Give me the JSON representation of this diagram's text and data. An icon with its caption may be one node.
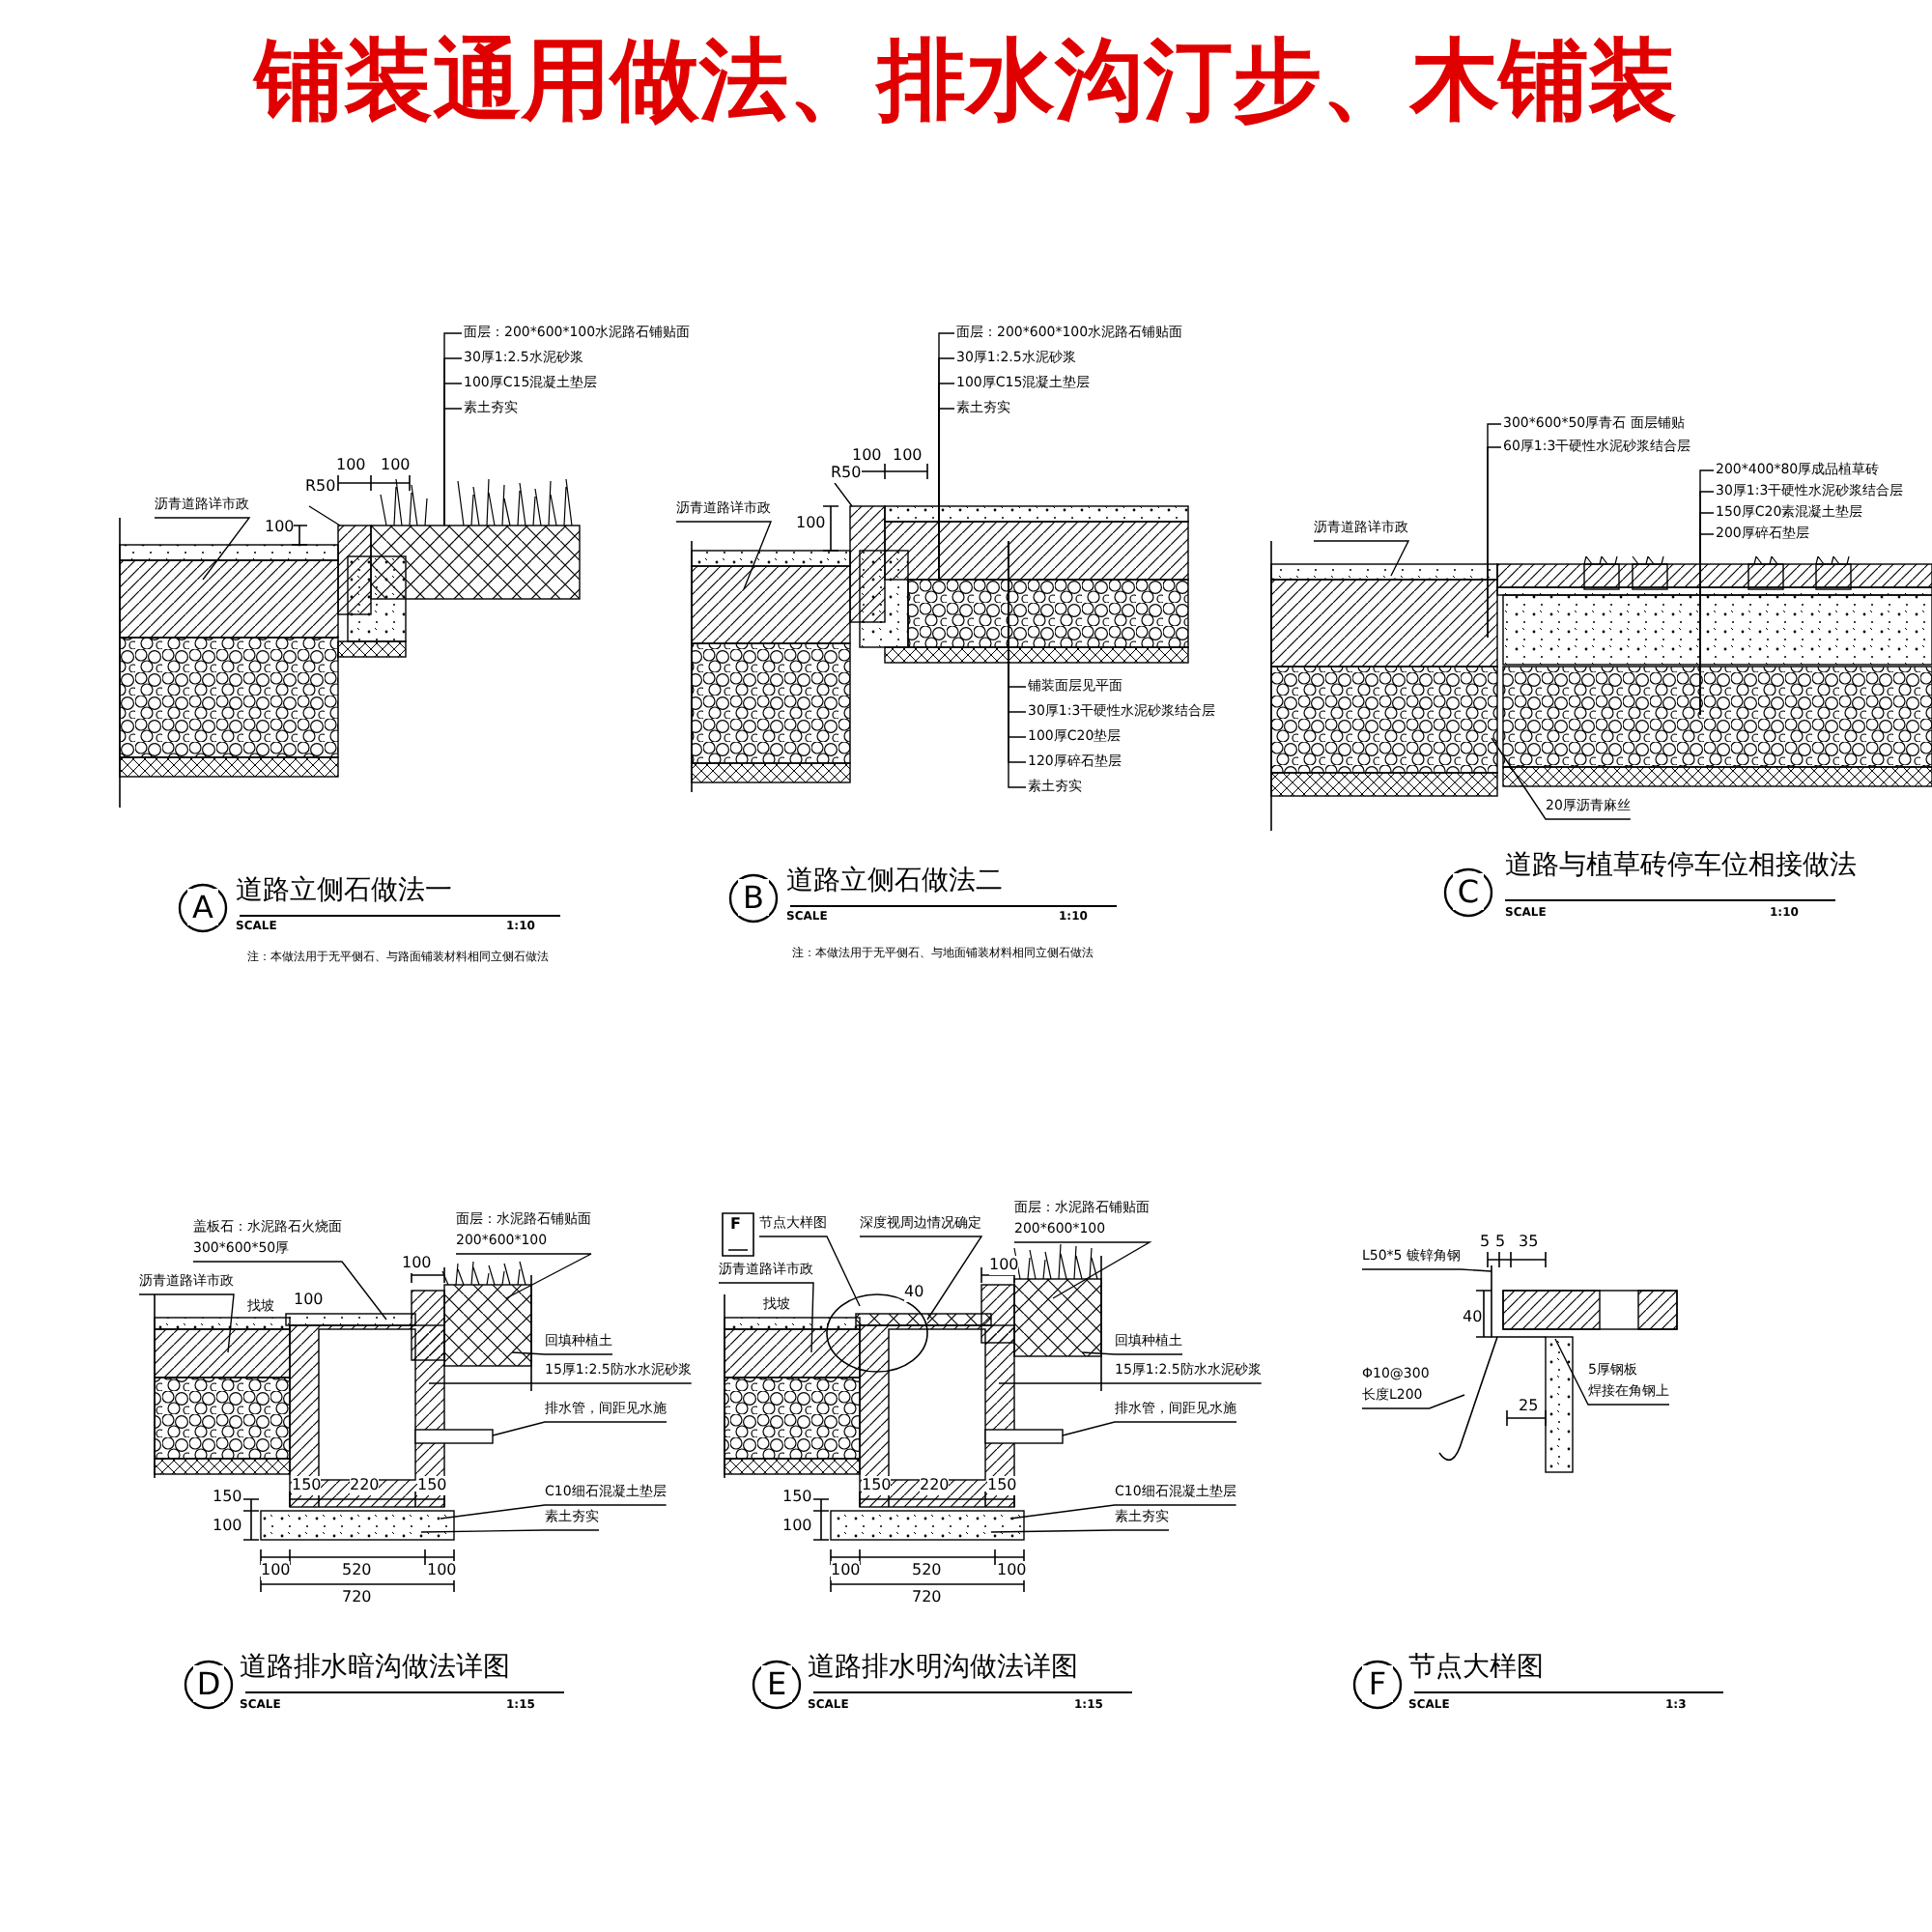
{
  "diagram": {
    "title": "铺装通用做法、排水沟汀步、木铺装",
    "nodes": [
      {
        "text": [
          "面层：200*600*100水泥路石铺贴面"
        ]
      },
      {
        "text": [
          "30厚1:2.5水泥砂浆"
        ]
      },
      {
        "text": [
          "100厚C15混凝土垫层"
        ]
      },
      {
        "text": [
          "素土夯实"
        ]
      },
      {
        "text": [
          "沥青道路详市政"
        ]
      },
      {
        "text": [
          "面层：200*600*100水泥路石铺贴面"
        ]
      },
      {
        "text": [
          "30厚1:2.5水泥砂浆"
        ]
      },
      {
        "text": [
          "100厚C15混凝土垫层"
        ]
      },
      {
        "text": [
          "素土夯实"
        ]
      },
      {
        "text": [
          "沥青道路详市政"
        ]
      },
      {
        "text": [
          "铺装面层见平面"
        ]
      },
      {
        "text": [
          "30厚1:3干硬性水泥砂浆结合层"
        ]
      },
      {
        "text": [
          "100厚C20垫层"
        ]
      },
      {
        "text": [
          "120厚碎石垫层"
        ]
      },
      {
        "text": [
          "素土夯实"
        ]
      },
      {
        "text": [
          "沥青道路详市政"
        ]
      },
      {
        "text": [
          "300*600*50厚青石 面层铺贴"
        ]
      },
      {
        "text": [
          "60厚1:3干硬性水泥砂浆结合层"
        ]
      },
      {
        "text": [
          "200*400*80厚成品植草砖"
        ]
      },
      {
        "text": [
          "30厚1:3干硬性水泥砂浆结合层"
        ]
      },
      {
        "text": [
          "150厚C20素混凝土垫层"
        ]
      },
      {
        "text": [
          "200厚碎石垫层"
        ]
      },
      {
        "text": [
          "20厚沥青麻丝"
        ]
      },
      {
        "text": [
          "沥青道路详市政"
        ]
      },
      {
        "text": [
          "盖板石：水泥路石火烧面",
          "300*600*50厚"
        ]
      },
      {
        "text": [
          "面层：水泥路石铺贴面",
          "200*600*100"
        ]
      },
      {
        "text": [
          "回填种植土"
        ]
      },
      {
        "text": [
          "15厚1:2.5防水水泥砂浆"
        ]
      },
      {
        "text": [
          "排水管，间距见水施"
        ]
      },
      {
        "text": [
          "C10细石混凝土垫层"
        ]
      },
      {
        "text": [
          "素土夯实"
        ]
      },
      {
        "text": [
          "节点大样图"
        ]
      },
      {
        "text": [
          "沥青道路详市政"
        ]
      },
      {
        "text": [
          "深度视周边情况确定"
        ]
      },
      {
        "text": [
          "面层：水泥路石铺贴面",
          "200*600*100"
        ]
      },
      {
        "text": [
          "回填种植土"
        ]
      },
      {
        "text": [
          "15厚1:2.5防水水泥砂浆"
        ]
      },
      {
        "text": [
          "排水管，间距见水施"
        ]
      },
      {
        "text": [
          "C10细石混凝土垫层"
        ]
      },
      {
        "text": [
          "素土夯实"
        ]
      },
      {
        "text": [
          "L50*5 镀锌角钢"
        ]
      },
      {
        "text": [
          "Φ10@300",
          "长度L200"
        ]
      },
      {
        "text": [
          "5厚钢板",
          "焊接在角钢上"
        ]
      },
      {
        "text": [],
        "shape": "box"
      }
    ],
    "edges": [
      {
        "from": 0,
        "to": 43,
        "arrow": "none"
      },
      {
        "from": 1,
        "to": 43,
        "arrow": "none"
      },
      {
        "from": 2,
        "to": 43,
        "arrow": "none"
      },
      {
        "from": 3,
        "to": 43,
        "arrow": "none"
      },
      {
        "from": 4,
        "to": null,
        "arrow": "none"
      },
      {
        "from": 5,
        "to": null,
        "arrow": "none"
      },
      {
        "from": 6,
        "to": null,
        "arrow": "none"
      },
      {
        "from": 7,
        "to": null,
        "arrow": "none"
      },
      {
        "from": 8,
        "to": null,
        "arrow": "none"
      },
      {
        "from": 9,
        "to": null,
        "arrow": "none"
      },
      {
        "from": 10,
        "to": null,
        "arrow": "none"
      },
      {
        "from": 11,
        "to": null,
        "arrow": "none"
      },
      {
        "from": 12,
        "to": null,
        "arrow": "none"
      },
      {
        "from": 13,
        "to": null,
        "arrow": "none"
      },
      {
        "from": 14,
        "to": null,
        "arrow": "none"
      },
      {
        "from": 15,
        "to": null,
        "arrow": "none"
      },
      {
        "from": 16,
        "to": null,
        "arrow": "none"
      },
      {
        "from": 17,
        "to": null,
        "arrow": "none"
      },
      {
        "from": 18,
        "to": null,
        "arrow": "none"
      },
      {
        "from": 19,
        "to": null,
        "arrow": "none"
      },
      {
        "from": 20,
        "to": null,
        "arrow": "none"
      },
      {
        "from": 21,
        "to": null,
        "arrow": "none"
      },
      {
        "from": 22,
        "to": null,
        "arrow": "none"
      },
      {
        "from": 23,
        "to": null,
        "arrow": "none"
      },
      {
        "from": 24,
        "to": null,
        "arrow": "none"
      },
      {
        "from": 25,
        "to": null,
        "arrow": "none"
      },
      {
        "from": 26,
        "to": null,
        "arrow": "none"
      },
      {
        "from": 27,
        "to": null,
        "arrow": "none"
      },
      {
        "from": 28,
        "to": null,
        "arrow": "none"
      },
      {
        "from": 29,
        "to": null,
        "arrow": "none"
      },
      {
        "from": 30,
        "to": null,
        "arrow": "none"
      },
      {
        "from": 31,
        "to": null,
        "arrow": "none"
      },
      {
        "from": 32,
        "to": null,
        "arrow": "none"
      },
      {
        "from": 33,
        "to": null,
        "arrow": "none"
      },
      {
        "from": 34,
        "to": null,
        "arrow": "none"
      },
      {
        "from": 35,
        "to": null,
        "arrow": "none"
      },
      {
        "from": 36,
        "to": null,
        "arrow": "none"
      },
      {
        "from": 37,
        "to": null,
        "arrow": "none"
      },
      {
        "from": 38,
        "to": null,
        "arrow": "none"
      },
      {
        "from": 39,
        "to": null,
        "arrow": "none"
      },
      {
        "from": 40,
        "to": null,
        "arrow": "none"
      },
      {
        "from": 41,
        "to": null,
        "arrow": "none"
      },
      {
        "from": 42,
        "to": null,
        "arrow": "none"
      }
    ],
    "labels": [
      "R50",
      "100",
      "100",
      "100",
      "A",
      "道路立侧石做法一",
      "SCALE",
      "1:10",
      "注：本做法用于无平侧石、与路面铺装材料相同立侧石做法",
      "R50",
      "100",
      "100",
      "100",
      "B",
      "道路立侧石做法二",
      "SCALE",
      "1:10",
      "注：本做法用于无平侧石、与地面铺装材料相同立侧石做法",
      "C",
      "道路与植草砖停车位相接做法",
      "SCALE",
      "1:10",
      "找坡",
      "100",
      "100",
      "150",
      "220",
      "150",
      "150",
      "100",
      "100",
      "520",
      "100",
      "720",
      "D",
      "道路排水暗沟做法详图",
      "SCALE",
      "1:15",
      "F",
      "找坡",
      "100",
      "40",
      "150",
      "220",
      "150",
      "150",
      "100",
      "100",
      "520",
      "100",
      "720",
      "E",
      "道路排水明沟做法详图",
      "SCALE",
      "1:15",
      "5",
      "5",
      "35",
      "40",
      "25",
      "F",
      "节点大样图",
      "SCALE",
      "1:3"
    ]
  }
}
